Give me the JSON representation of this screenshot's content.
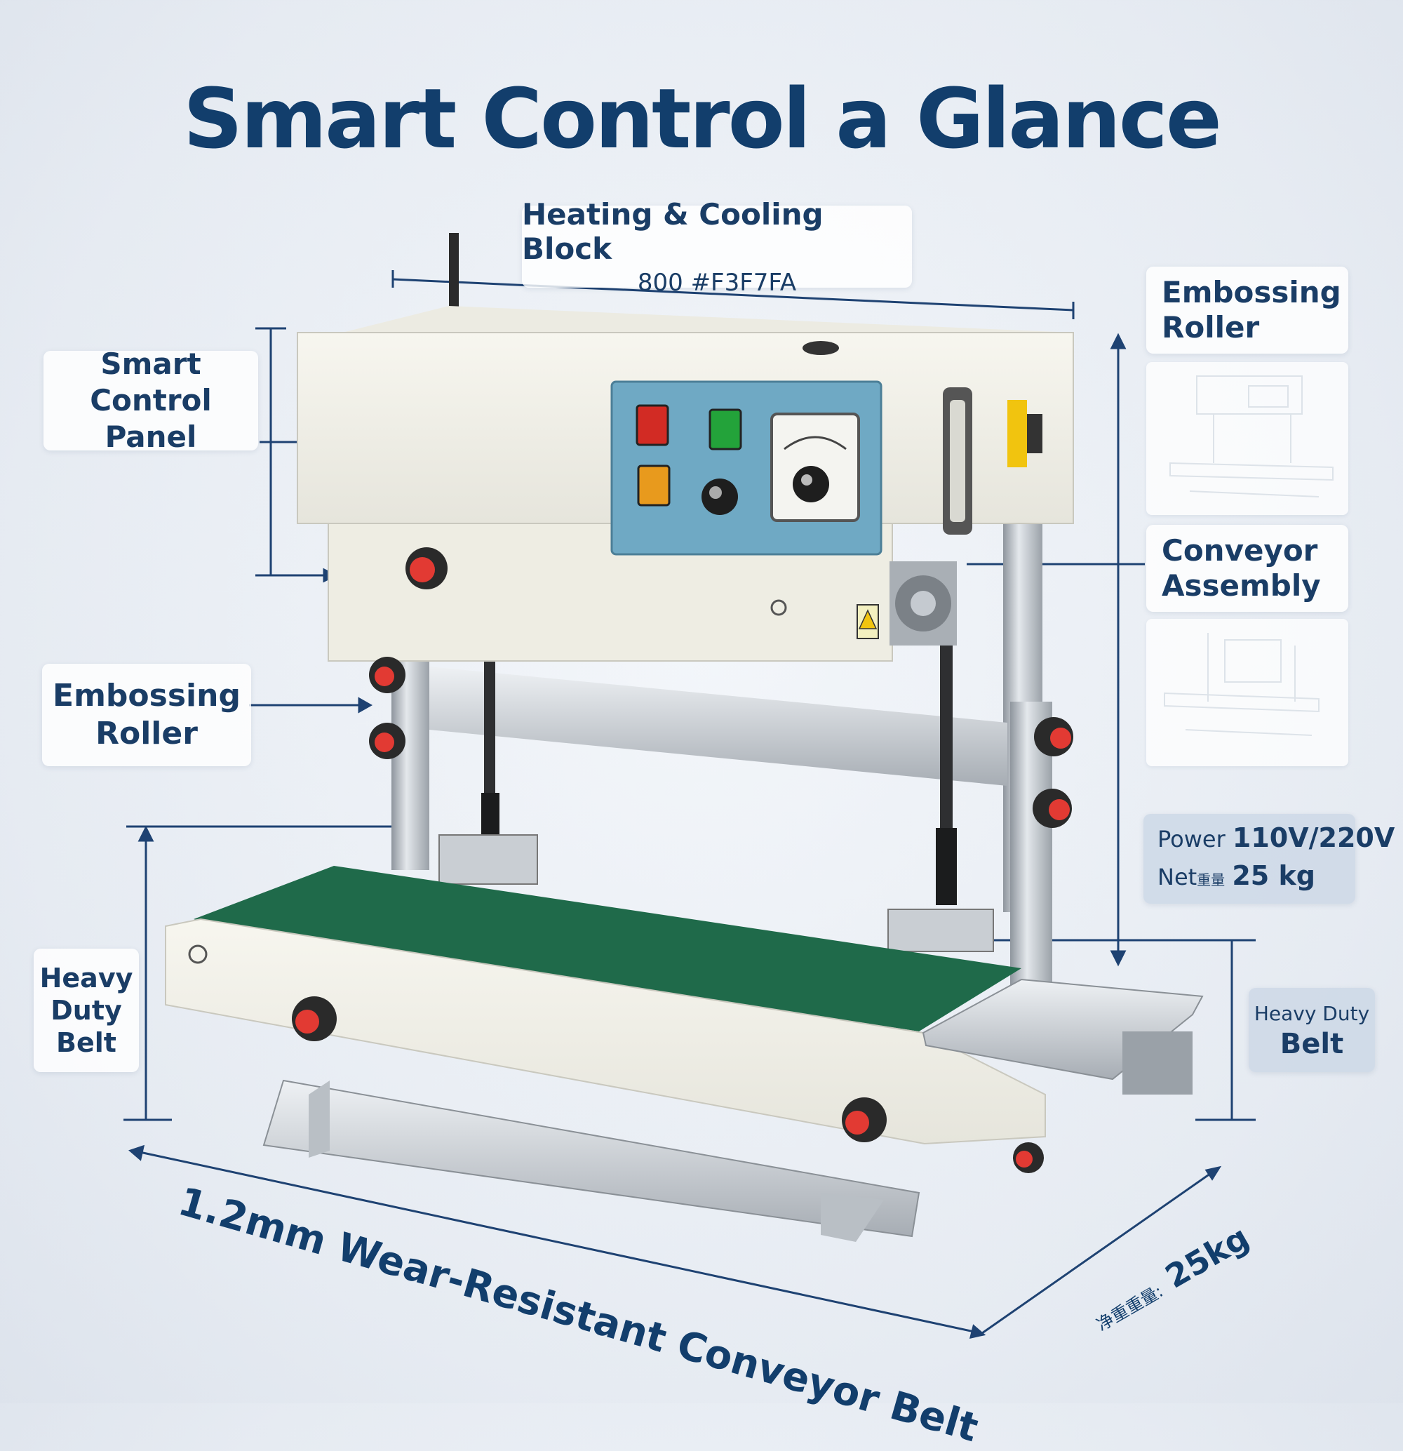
{
  "title": "Smart Control a Glance",
  "callouts": {
    "heating": {
      "line1": "Heating & Cooling Block",
      "line2": "800 #F3F7FA"
    },
    "panel": {
      "line1": "Smart Control",
      "line2": "Panel"
    },
    "emboss_left": {
      "line1": "Embossing",
      "line2": "Roller"
    },
    "heavy_left": {
      "line1": "Heavy",
      "line2": "Duty",
      "line3": "Belt"
    },
    "emboss_right": {
      "line1": "Embossing",
      "line2": "Roller"
    },
    "conveyor": {
      "line1": "Conveyor",
      "line2": "Assembly"
    },
    "power": {
      "label1": "Power",
      "value1": "110V/220V",
      "label2": "Net",
      "label2_extra": "重量",
      "value2": "25 kg"
    },
    "heavy_right": {
      "line1": "Heavy Duty",
      "line2": "Belt"
    }
  },
  "dimensions": {
    "belt": "1.2mm Wear-Resistant Conveyor Belt",
    "weight_prefix": "净重重量:",
    "weight_value": "25kg"
  },
  "colors": {
    "title": "#123e6c",
    "panel_plate": "#6fa9c4",
    "belt": "#1f6a4a",
    "machine_body": "#f2f1e8",
    "knob_red": "#e23a33"
  }
}
